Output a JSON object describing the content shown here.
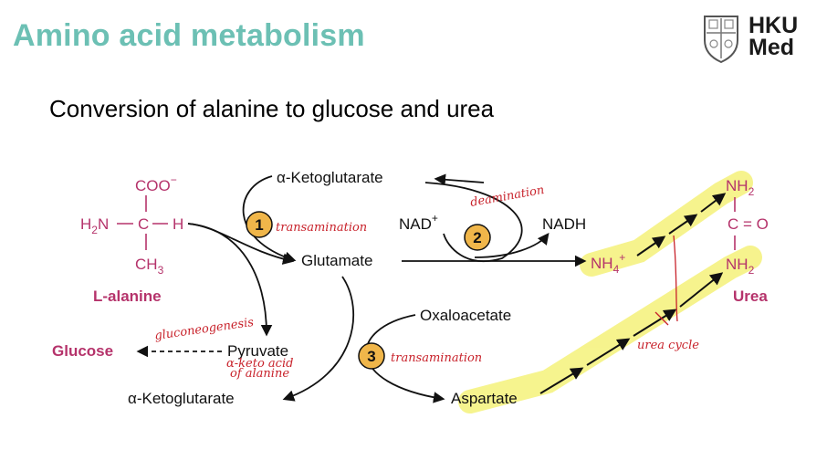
{
  "header": {
    "title": "Amino acid metabolism",
    "subtitle": "Conversion of alanine to glucose and urea"
  },
  "logo": {
    "line1": "HKU",
    "line2": "Med"
  },
  "colors": {
    "title": "#6cc0b4",
    "structure": "#b5336b",
    "step_circle": "#f0b64a",
    "highlight": "#f5f27a",
    "handwriting": "#c8222b"
  },
  "alanine": {
    "coo": "COO",
    "coo_charge": "−",
    "h2n": "H",
    "h2n_sub": "2",
    "h2n_rest": "N",
    "carbon": "C",
    "hydrogen": "H",
    "ch3": "CH",
    "ch3_sub": "3",
    "name": "L-alanine"
  },
  "urea": {
    "nh2_top": "NH",
    "nh2_top_sub": "2",
    "carbonyl": "C = O",
    "nh2_bottom": "NH",
    "nh2_bottom_sub": "2",
    "name": "Urea"
  },
  "metabolites": {
    "akg_top": "α-Ketoglutarate",
    "glutamate": "Glutamate",
    "nad": "NAD",
    "nad_charge": "+",
    "nadh": "NADH",
    "nh4": "NH",
    "nh4_sub": "4",
    "nh4_charge": "+",
    "oxaloacetate": "Oxaloacetate",
    "aspartate": "Aspartate",
    "pyruvate": "Pyruvate",
    "glucose": "Glucose",
    "akg_bottom": "α-Ketoglutarate"
  },
  "steps": [
    "1",
    "2",
    "3"
  ],
  "annotations": {
    "transamination_1": "transamination",
    "deamination": "deamination",
    "transamination_3": "transamination",
    "gluconeogenesis": "gluconeogenesis",
    "keto_acid_1": "α-keto acid",
    "keto_acid_2": "of alanine",
    "urea_cycle": "urea cycle"
  }
}
